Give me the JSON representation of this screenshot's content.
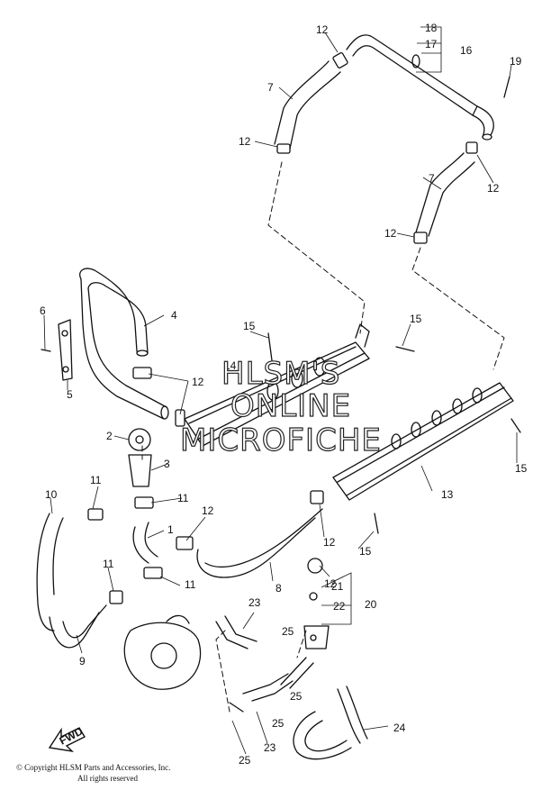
{
  "callouts": [
    "1",
    "2",
    "3",
    "4",
    "5",
    "6",
    "7",
    "7",
    "8",
    "9",
    "10",
    "11",
    "11",
    "11",
    "11",
    "12",
    "12",
    "12",
    "12",
    "12",
    "12",
    "12",
    "12",
    "13",
    "14",
    "15",
    "15",
    "15",
    "15",
    "16",
    "17",
    "18",
    "19",
    "20",
    "21",
    "22",
    "23",
    "23",
    "24",
    "25",
    "25",
    "25",
    "25"
  ],
  "watermark": [
    "HLSM'S",
    "ONLINE",
    "MICROFICHE"
  ],
  "fwd_label": "FWD",
  "copyright": {
    "line1": "© Copyright HLSM Parts and Accessories, Inc.",
    "line2": "All rights reserved"
  }
}
